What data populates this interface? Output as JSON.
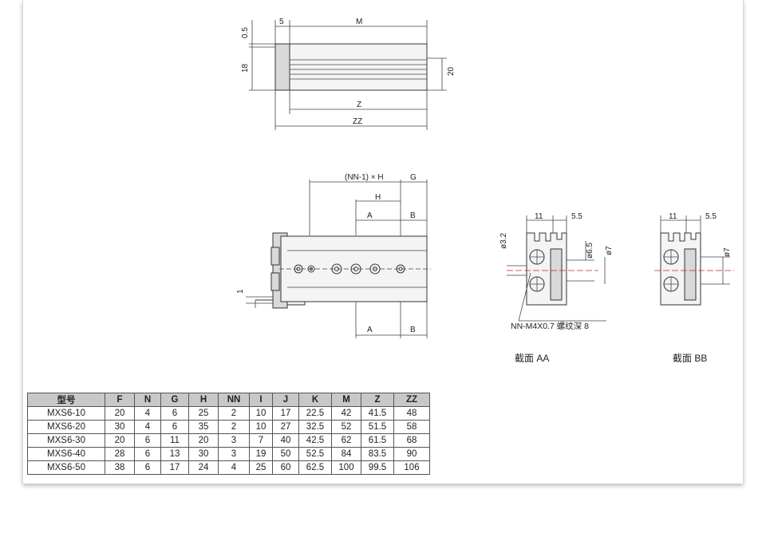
{
  "top_view": {
    "dims": [
      "0.5",
      "18",
      "5",
      "M",
      "20",
      "Z",
      "ZZ"
    ]
  },
  "side_view": {
    "dims": [
      "(NN-1) × H",
      "G",
      "H",
      "A",
      "B",
      "A",
      "B",
      "1"
    ]
  },
  "section_aa": {
    "dims": [
      "11",
      "5.5",
      "ø3.2",
      "ø6.5",
      "ø7"
    ],
    "callout": "NN-M4X0.7 螺纹深 8",
    "caption": "截面 AA"
  },
  "section_bb": {
    "dims": [
      "11",
      "5.5",
      "ø7"
    ],
    "caption": "截面 BB"
  },
  "spec_table": {
    "headers": [
      "型号",
      "F",
      "N",
      "G",
      "H",
      "NN",
      "I",
      "J",
      "K",
      "M",
      "Z",
      "ZZ"
    ],
    "rows": [
      [
        "MXS6-10",
        "20",
        "4",
        "6",
        "25",
        "2",
        "10",
        "17",
        "22.5",
        "42",
        "41.5",
        "48"
      ],
      [
        "MXS6-20",
        "30",
        "4",
        "6",
        "35",
        "2",
        "10",
        "27",
        "32.5",
        "52",
        "51.5",
        "58"
      ],
      [
        "MXS6-30",
        "20",
        "6",
        "11",
        "20",
        "3",
        "7",
        "40",
        "42.5",
        "62",
        "61.5",
        "68"
      ],
      [
        "MXS6-40",
        "28",
        "6",
        "13",
        "30",
        "3",
        "19",
        "50",
        "52.5",
        "84",
        "83.5",
        "90"
      ],
      [
        "MXS6-50",
        "38",
        "6",
        "17",
        "24",
        "4",
        "25",
        "60",
        "62.5",
        "100",
        "99.5",
        "106"
      ]
    ]
  }
}
